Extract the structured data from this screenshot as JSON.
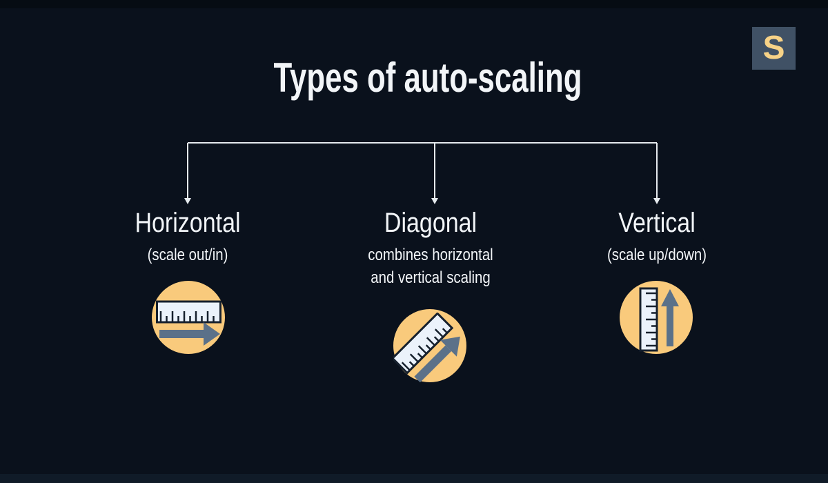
{
  "title": "Types of auto-scaling",
  "logo": {
    "letter": "S"
  },
  "branches": [
    {
      "label": "Horizontal",
      "description": "(scale out/in)",
      "icon": "ruler-arrow-right-icon"
    },
    {
      "label": "Diagonal",
      "description": "combines horizontal\nand vertical scaling",
      "icon": "ruler-arrow-diagonal-icon"
    },
    {
      "label": "Vertical",
      "description": "(scale up/down)",
      "icon": "ruler-arrow-up-icon"
    }
  ],
  "colors": {
    "background": "#0A111C",
    "band-top": "#060C13",
    "band-bottom": "#101B28",
    "text": "#F2F5F8",
    "connector": "#E6EBEF",
    "accent-yellow": "#F9CA7C",
    "arrow-slate": "#5B7189",
    "ruler-fill": "#EBF2FB",
    "ruler-stroke": "#16202D",
    "logo-bg": "#405165",
    "logo-letter": "#F7D287"
  }
}
